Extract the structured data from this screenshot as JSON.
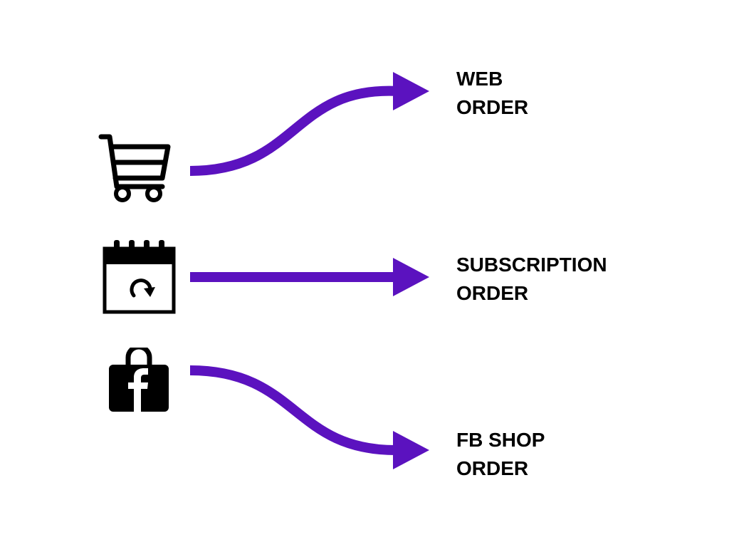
{
  "flows": [
    {
      "source_icon": "shopping-cart-icon",
      "label_lines": [
        "WEB",
        "ORDER"
      ]
    },
    {
      "source_icon": "subscription-calendar-icon",
      "label_lines": [
        "SUBSCRIPTION",
        "ORDER"
      ]
    },
    {
      "source_icon": "facebook-shop-bag-icon",
      "label_lines": [
        "FB SHOP",
        "ORDER"
      ]
    }
  ],
  "colors": {
    "arrow": "#5b12bf",
    "icon": "#000000",
    "text": "#000000",
    "background": "#ffffff"
  }
}
